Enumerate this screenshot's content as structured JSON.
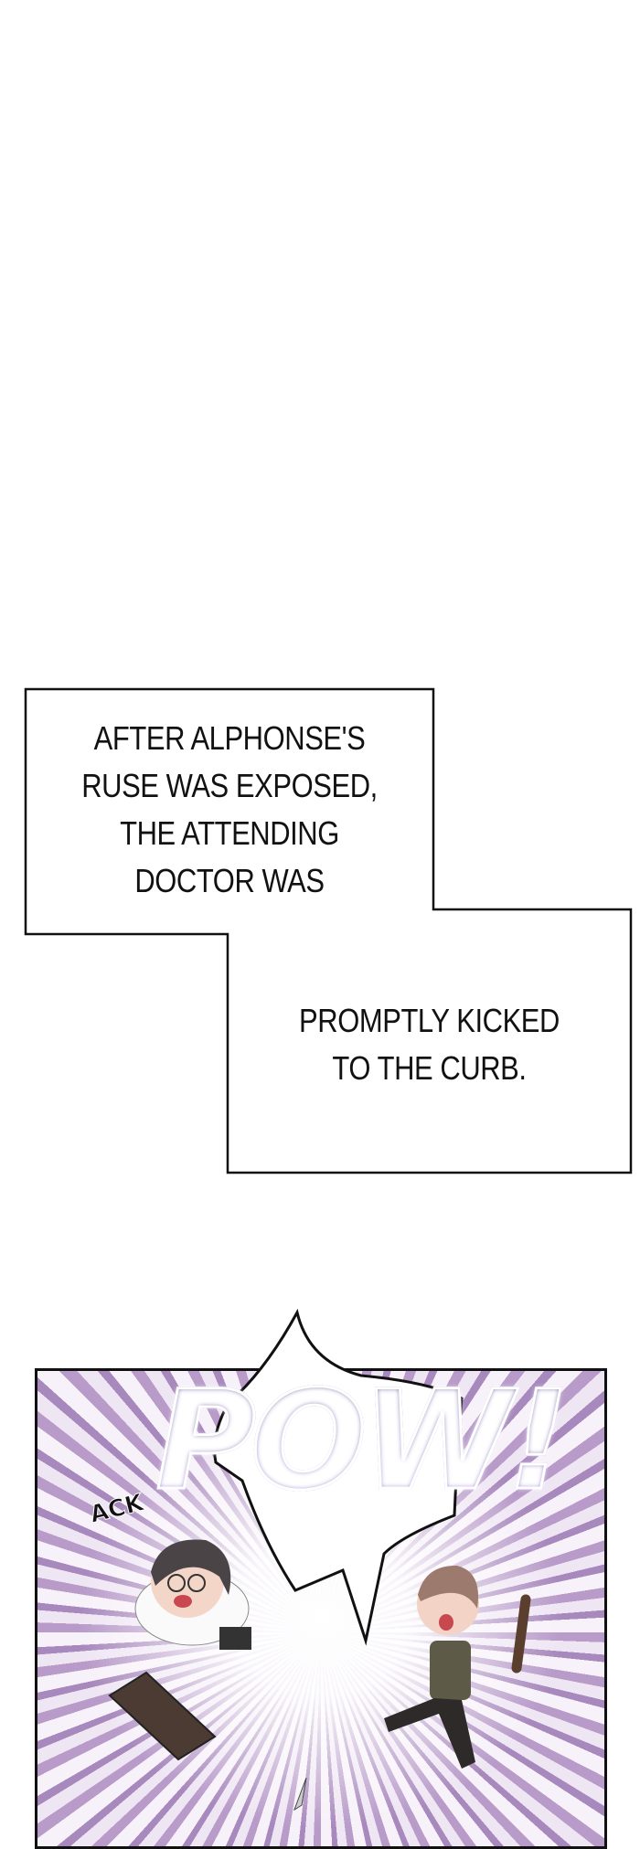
{
  "captions": {
    "first": [
      "AFTER ALPHONSE'S",
      "RUSE WAS EXPOSED,",
      "THE ATTENDING",
      "DOCTOR WAS"
    ],
    "second": [
      "PROMPTLY KICKED",
      "TO THE CURB."
    ]
  },
  "panel": {
    "sfx_main": "POW!",
    "sfx_small": "ACK",
    "colors": {
      "sfx": "#4a3585",
      "speedlines": "#b89bc9"
    }
  }
}
